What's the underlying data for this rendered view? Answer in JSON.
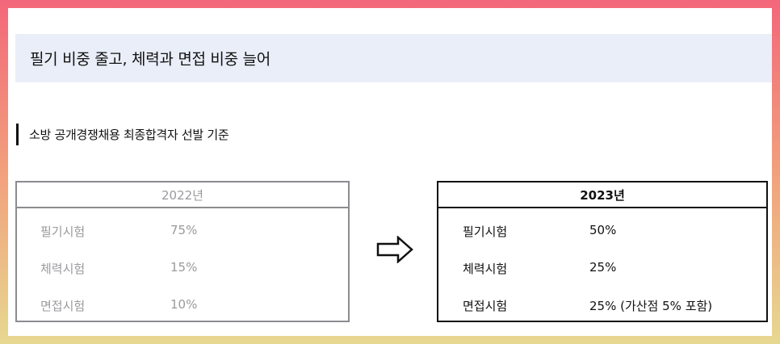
{
  "headline": "필기 비중 줄고, 체력과 면접 비중 늘어",
  "section_title": "소방 공개경쟁채용 최종합격자 선발 기준",
  "arrow_icon": "right-arrow-icon",
  "colors": {
    "frame_top": "#f3677a",
    "frame_bottom": "#e7d890",
    "headline_bg": "#e9eef8",
    "old_table": "#8d8b90",
    "new_table": "#111111"
  },
  "table_2022": {
    "year": "2022년",
    "rows": [
      {
        "label": "필기시험",
        "value": "75%"
      },
      {
        "label": "체력시험",
        "value": "15%"
      },
      {
        "label": "면접시험",
        "value": "10%"
      }
    ]
  },
  "table_2023": {
    "year": "2023년",
    "rows": [
      {
        "label": "필기시험",
        "value": "50%"
      },
      {
        "label": "체력시험",
        "value": "25%"
      },
      {
        "label": "면접시험",
        "value": "25% (가산점 5% 포함)"
      }
    ]
  }
}
